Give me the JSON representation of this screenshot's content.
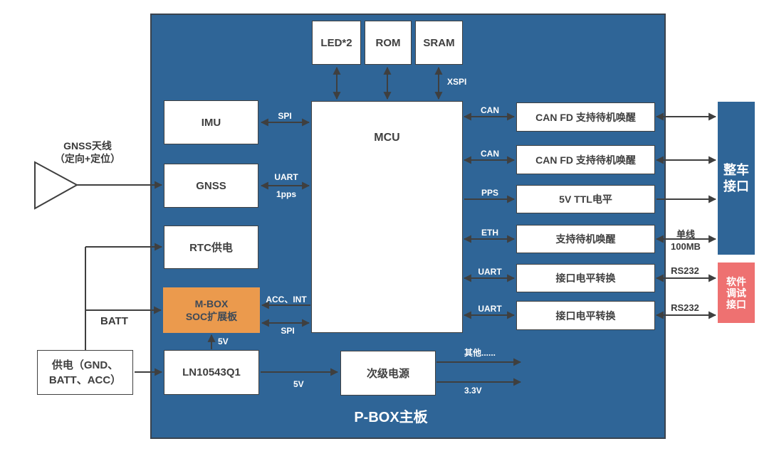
{
  "title": "P-BOX主板",
  "colors": {
    "panel_blue": "#2F6597",
    "accent_orange": "#EB9A4D",
    "accent_red": "#EE7171",
    "line_dark": "#3F3F3F",
    "box_white": "#FFFFFF"
  },
  "outside": {
    "antenna_line1": "GNSS天线",
    "antenna_line2": "（定向+定位）",
    "batt": "BATT",
    "power_line1": "供电（GND、",
    "power_line2": "BATT、ACC）"
  },
  "blocks": {
    "led": "LED*2",
    "rom": "ROM",
    "sram": "SRAM",
    "imu": "IMU",
    "gnss": "GNSS",
    "rtc": "RTC供电",
    "mbox_line1": "M-BOX",
    "mbox_line2": "SOC扩展板",
    "ln": "LN10543Q1",
    "mcu": "MCU",
    "secondary": "次级电源",
    "canfd1": "CAN FD 支持待机唤醒",
    "canfd2": "CAN FD 支持待机唤醒",
    "ttl": "5V TTL电平",
    "eth_wake": "支持待机唤醒",
    "level1": "接口电平转换",
    "level2": "接口电平转换",
    "vehicle_line1": "整车",
    "vehicle_line2": "接口",
    "debug_line1": "软件",
    "debug_line2": "调试",
    "debug_line3": "接口"
  },
  "labels": {
    "xspi": "XSPI",
    "spi_imu": "SPI",
    "uart_gnss": "UART",
    "pps_1": "1pps",
    "acc_int": "ACC、INT",
    "spi_mbox": "SPI",
    "v5_up": "5V",
    "v5_out": "5V",
    "can_1": "CAN",
    "can_2": "CAN",
    "pps": "PPS",
    "eth": "ETH",
    "uart_1": "UART",
    "uart_2": "UART",
    "other": "其他......",
    "v3_3": "3.3V",
    "single_wire": "单线",
    "mb_100": "100MB",
    "rs232_1": "RS232",
    "rs232_2": "RS232"
  }
}
